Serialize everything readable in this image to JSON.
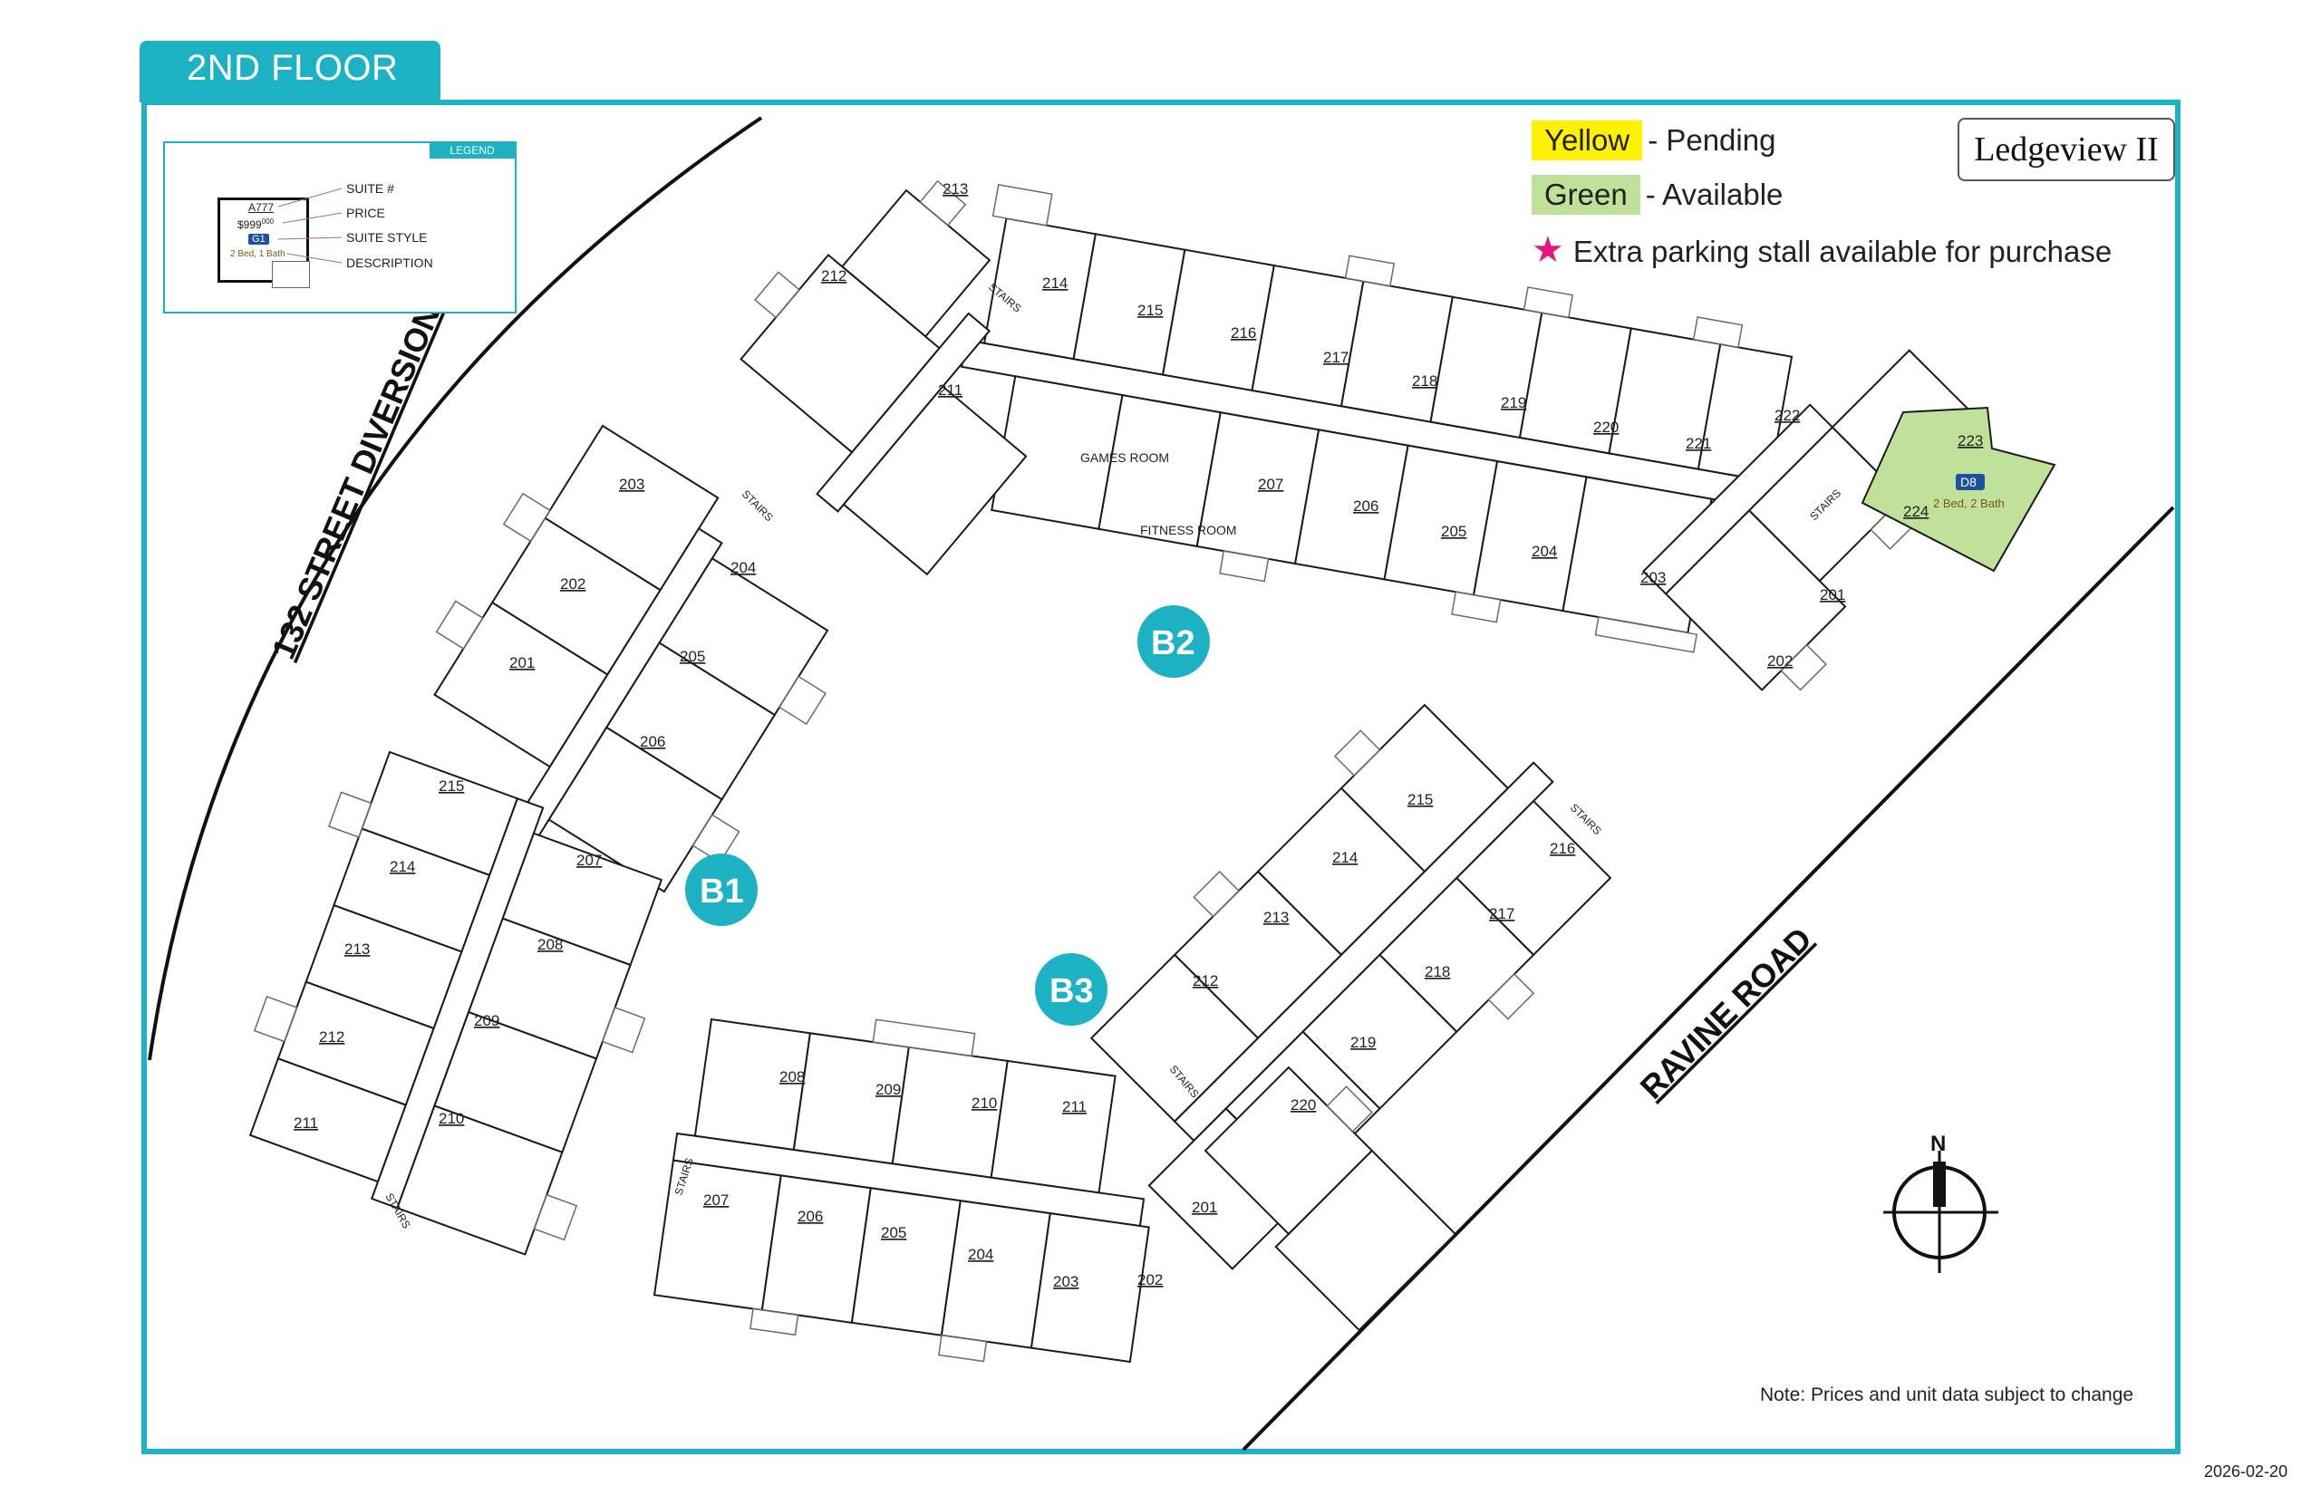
{
  "floor_title": "2ND FLOOR",
  "brand": "Ledgeview II",
  "status_legend": [
    {
      "chip": "Yellow",
      "label": "- Pending",
      "color": "#fff200"
    },
    {
      "chip": "Green",
      "label": "- Available",
      "color": "#bfe19a"
    }
  ],
  "parking_note": "Extra parking stall available for purchase",
  "parking_star_color": "#e6167f",
  "legend": {
    "header": "LEGEND",
    "sample_suite": "A777",
    "sample_price": "$999",
    "sample_price_sup": "000",
    "sample_style": "G1",
    "sample_desc": "2 Bed, 1 Bath",
    "labels": [
      "SUITE #",
      "PRICE",
      "SUITE STYLE",
      "DESCRIPTION"
    ]
  },
  "roads": {
    "west": "132 STREET DIVERSION",
    "east": "RAVINE ROAD"
  },
  "buildings": {
    "b1": "B1",
    "b2": "B2",
    "b3": "B3"
  },
  "compass": "N",
  "footer_note": "Note: Prices and unit data subject to change",
  "date": "2026-02-20",
  "amenities": {
    "games": "GAMES ROOM",
    "fitness": "FITNESS ROOM",
    "stairs": "STAIRS"
  },
  "available_unit": {
    "suite": "223",
    "style": "D8",
    "desc": "2 Bed, 2 Bath"
  },
  "b2_units": [
    "213",
    "212",
    "211",
    "214",
    "215",
    "216",
    "217",
    "218",
    "219",
    "220",
    "221",
    "222",
    "223",
    "224",
    "201",
    "202",
    "203",
    "204",
    "205",
    "206",
    "207"
  ],
  "b1_units": [
    "203",
    "202",
    "201",
    "204",
    "205",
    "206",
    "215",
    "214",
    "213",
    "212",
    "211",
    "207",
    "208",
    "209",
    "210"
  ],
  "b3_units": [
    "215",
    "216",
    "214",
    "213",
    "212",
    "217",
    "218",
    "219",
    "220",
    "201",
    "202",
    "208",
    "209",
    "210",
    "211",
    "207",
    "206",
    "205",
    "204",
    "203"
  ],
  "brand_color": "#1cb2c4"
}
